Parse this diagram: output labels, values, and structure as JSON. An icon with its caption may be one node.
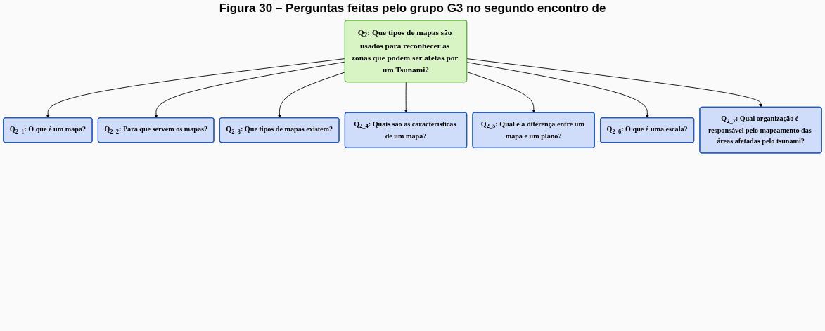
{
  "diagram": {
    "title": "Figura 30 – Perguntas feitas pelo grupo G3 no segundo encontro de",
    "nodes": [
      {
        "text": [
          "Q$_{2}$: Que tipos de mapas são usados para reconhecer as zonas que podem ser afetas por um Tsunami?"
        ]
      },
      {
        "text": [
          "Q$_{2_1}$: O que é um mapa?"
        ]
      },
      {
        "text": [
          "Q$_{2_2}$: Para que servem os mapas?"
        ]
      },
      {
        "text": [
          "Q$_{2_3}$: Que tipos de mapas existem?"
        ]
      },
      {
        "text": [
          "Q$_{2_4}$: Quais são as características de um mapa?"
        ]
      },
      {
        "text": [
          "Q$_{2_5}$: Qual é a diferença entre um mapa e um plano?"
        ]
      },
      {
        "text": [
          "Q$_{2_6}$: O que é uma escala?"
        ]
      },
      {
        "text": [
          "Q$_{2_7}$: Qual organização é responsável pelo mapeamento das áreas afetadas pelo tsunami?"
        ]
      }
    ],
    "edges": [
      {
        "from": 0,
        "to": 1,
        "arrow": "to"
      },
      {
        "from": 0,
        "to": 2,
        "arrow": "to"
      },
      {
        "from": 0,
        "to": 3,
        "arrow": "to"
      },
      {
        "from": 0,
        "to": 4,
        "arrow": "to"
      },
      {
        "from": 0,
        "to": 5,
        "arrow": "to"
      },
      {
        "from": 0,
        "to": 6,
        "arrow": "to"
      },
      {
        "from": 0,
        "to": 7,
        "arrow": "to"
      }
    ]
  }
}
